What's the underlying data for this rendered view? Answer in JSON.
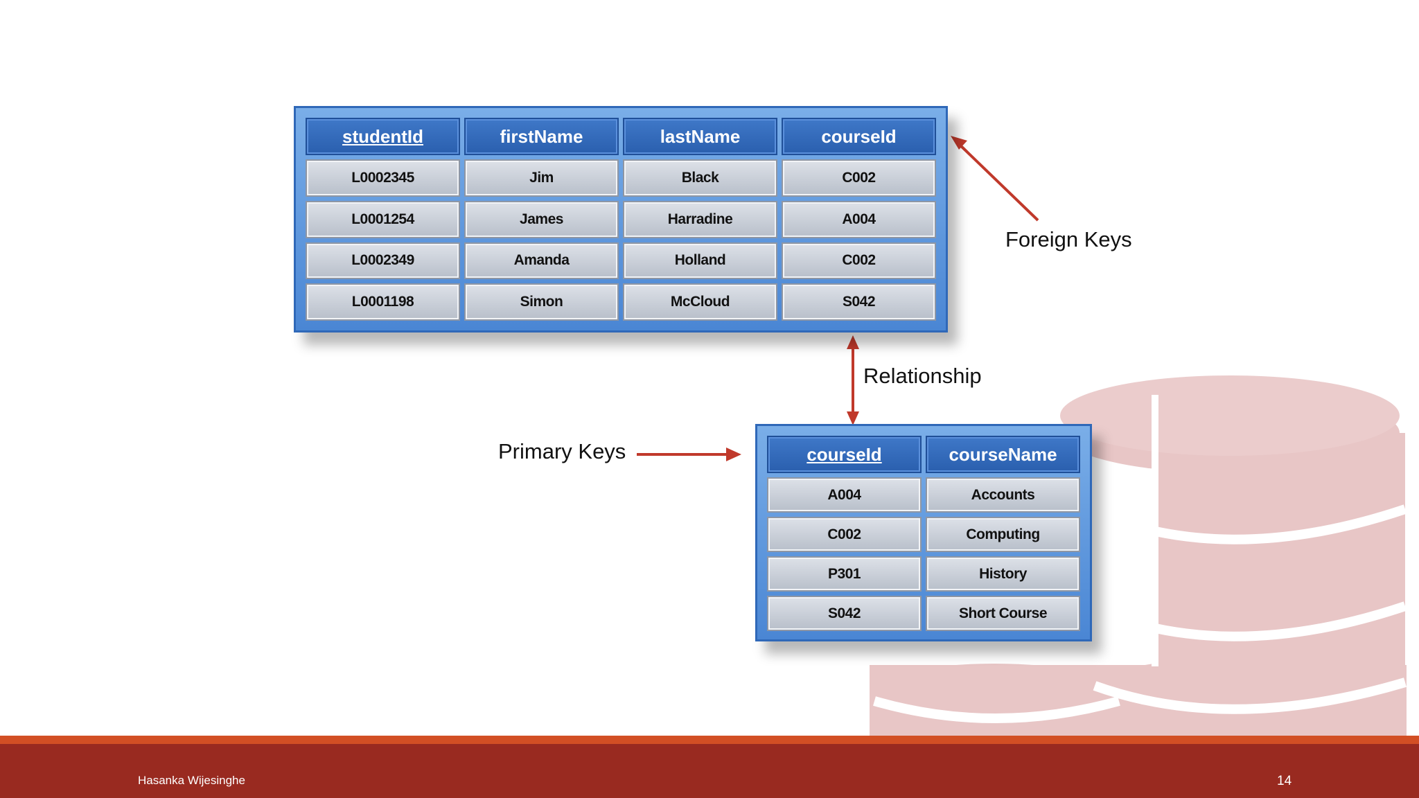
{
  "colors": {
    "footer_bar": "#992a20",
    "footer_stripe": "#d24f24",
    "arrow": "#c0392b",
    "table_header": "#2a5fae",
    "table_cell": "#c9ced6",
    "decoration": "#e8c6c6"
  },
  "students_table": {
    "headers": [
      "studentId",
      "firstName",
      "lastName",
      "courseId"
    ],
    "rows": [
      [
        "L0002345",
        "Jim",
        "Black",
        "C002"
      ],
      [
        "L0001254",
        "James",
        "Harradine",
        "A004"
      ],
      [
        "L0002349",
        "Amanda",
        "Holland",
        "C002"
      ],
      [
        "L0001198",
        "Simon",
        "McCloud",
        "S042"
      ]
    ]
  },
  "courses_table": {
    "headers": [
      "courseId",
      "courseName"
    ],
    "rows": [
      [
        "A004",
        "Accounts"
      ],
      [
        "C002",
        "Computing"
      ],
      [
        "P301",
        "History"
      ],
      [
        "S042",
        "Short Course"
      ]
    ]
  },
  "labels": {
    "foreign_keys": "Foreign Keys",
    "relationship": "Relationship",
    "primary_keys": "Primary Keys"
  },
  "footer": {
    "author": "Hasanka Wijesinghe",
    "page_number": "14"
  }
}
